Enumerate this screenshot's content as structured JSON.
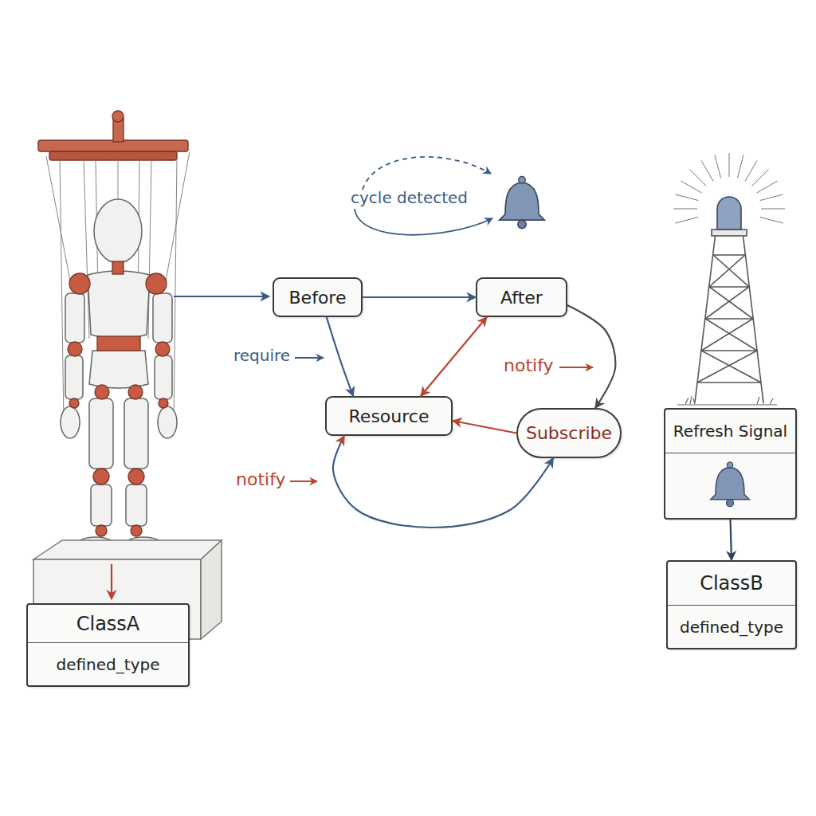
{
  "diagram": {
    "nodes": [
      {
        "text": [
          "Before"
        ]
      },
      {
        "text": [
          "After"
        ]
      },
      {
        "text": [
          "Resource"
        ]
      },
      {
        "text": [
          "Subscribe"
        ]
      },
      {
        "text": [
          "ClassA",
          "defined_type"
        ]
      },
      {
        "text": [
          "Refresh Signal"
        ]
      },
      {
        "text": [
          "ClassB",
          "defined_type"
        ]
      }
    ],
    "edges": [
      {
        "from": 0,
        "to": 1,
        "arrow": "to"
      },
      {
        "from": 0,
        "to": 2,
        "arrow": "to",
        "label": "require"
      },
      {
        "from": 1,
        "to": 2,
        "arrow": "both"
      },
      {
        "from": 1,
        "to": 3,
        "arrow": "to",
        "label": "notify"
      },
      {
        "from": 3,
        "to": 2,
        "arrow": "to"
      },
      {
        "from": 2,
        "to": 3,
        "arrow": "both",
        "label": "notify"
      },
      {
        "from": 5,
        "to": 6,
        "arrow": "to"
      }
    ],
    "labels": [
      "cycle detected"
    ]
  }
}
